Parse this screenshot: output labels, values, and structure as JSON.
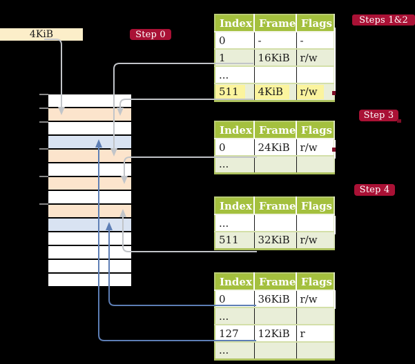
{
  "colors": {
    "background": "#000000",
    "badge": "#a91135",
    "table_header": "#a4c03e",
    "table_row_alt": "#e9eed8",
    "highlight": "#fbf49e",
    "frame_label_box": "#fceec9",
    "memory_white": "#ffffff",
    "memory_peach": "#fce4cc",
    "memory_blue": "#d9e3f2",
    "arrow_gray": "#c2c5c9",
    "arrow_blue": "#5d7eb5"
  },
  "frame_label": {
    "text": "4KiB"
  },
  "steps": [
    {
      "label": "Step 0"
    },
    {
      "label": "Steps 1&2"
    },
    {
      "label": "Step 3"
    },
    {
      "label": "Step 4"
    }
  ],
  "tables": [
    {
      "headers": [
        "Index",
        "Frame",
        "Flags"
      ],
      "rows": [
        {
          "index": "0",
          "frame": "-",
          "flags": "-"
        },
        {
          "index": "1",
          "frame": "16KiB",
          "flags": "r/w"
        },
        {
          "index": "...",
          "frame": "",
          "flags": ""
        },
        {
          "index": "511",
          "frame": "4KiB",
          "flags": "r/w",
          "highlighted": true
        }
      ]
    },
    {
      "headers": [
        "Index",
        "Frame",
        "Flags"
      ],
      "rows": [
        {
          "index": "0",
          "frame": "24KiB",
          "flags": "r/w"
        },
        {
          "index": "...",
          "frame": "",
          "flags": ""
        }
      ]
    },
    {
      "headers": [
        "Index",
        "Frame",
        "Flags"
      ],
      "rows": [
        {
          "index": "...",
          "frame": "",
          "flags": ""
        },
        {
          "index": "511",
          "frame": "32KiB",
          "flags": "r/w"
        }
      ]
    },
    {
      "headers": [
        "Index",
        "Frame",
        "Flags"
      ],
      "rows": [
        {
          "index": "0",
          "frame": "36KiB",
          "flags": "r/w"
        },
        {
          "index": "...",
          "frame": "",
          "flags": ""
        },
        {
          "index": "127",
          "frame": "12KiB",
          "flags": "r"
        },
        {
          "index": "...",
          "frame": "",
          "flags": ""
        }
      ]
    }
  ],
  "memory": {
    "rows": [
      "white",
      "peach",
      "white",
      "blue",
      "peach",
      "white",
      "peach",
      "white",
      "peach",
      "blue",
      "white",
      "white",
      "white",
      "white"
    ]
  }
}
